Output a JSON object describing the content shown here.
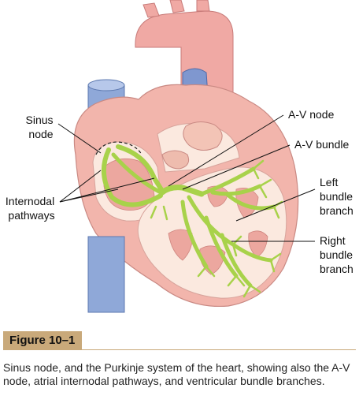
{
  "labels": {
    "sinus_node": [
      "Sinus",
      "node"
    ],
    "internodal_pathways": [
      "Internodal",
      "pathways"
    ],
    "av_node": "A-V node",
    "av_bundle": "A-V bundle",
    "left_bundle_branch": [
      "Left",
      "bundle",
      "branch"
    ],
    "right_bundle_branch": [
      "Right",
      "bundle",
      "branch"
    ]
  },
  "figure": {
    "tag": "Figure 10–1",
    "caption": "Sinus node, and the Purkinje system of the heart, showing also the A-V node, atrial internodal pathways, and ventricular bundle branches."
  },
  "colors": {
    "heart_outer": "#f2b5ac",
    "heart_dark": "#d98a86",
    "chamber_inner": "#fbe9df",
    "vessel_blue": "#8fa8d8",
    "conduction_green": "#a8d24a",
    "figure_tag": "#c9a97a"
  }
}
